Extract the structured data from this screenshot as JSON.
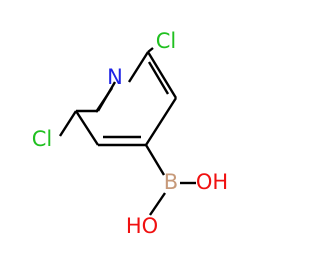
{
  "molecule": {
    "atoms": {
      "N": {
        "symbol": "N",
        "color": "#1e23e6"
      },
      "Cl_top": {
        "symbol": "Cl",
        "color": "#20c020"
      },
      "Cl_left": {
        "symbol": "Cl",
        "color": "#20c020"
      },
      "B": {
        "symbol": "B",
        "color": "#c79a7a"
      },
      "OH_right": {
        "symbol": "OH",
        "color": "#f01010"
      },
      "OH_bottom": {
        "symbol": "HO",
        "color": "#f01010"
      }
    },
    "bond_color": "#000000"
  }
}
